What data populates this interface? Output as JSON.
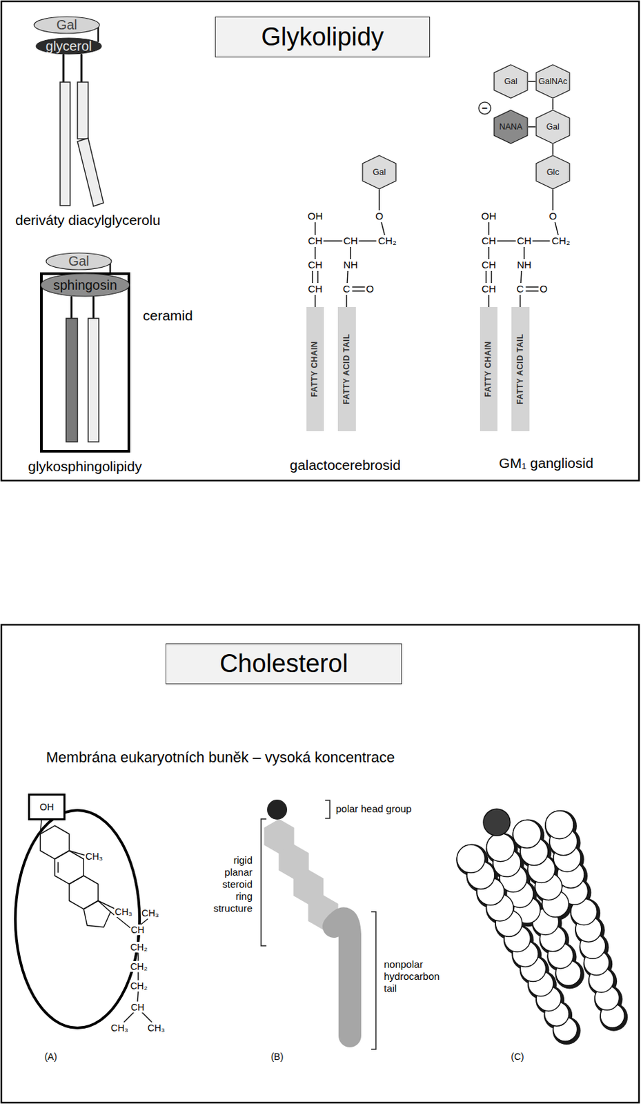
{
  "diagram": {
    "nodes": [
      {
        "text": [
          "Glykolipidy"
        ]
      },
      {
        "text": [
          "Gal"
        ]
      },
      {
        "text": [
          "glycerol"
        ]
      },
      {
        "text": [
          "Gal"
        ]
      },
      {
        "text": [
          "ceramid"
        ]
      },
      {
        "text": [
          "sphingosin"
        ],
        "in": 4
      },
      {
        "text": [
          "Gal"
        ]
      },
      {
        "text": [
          "FATTY CHAIN"
        ]
      },
      {
        "text": [
          "FATTY ACID TAIL"
        ]
      },
      {
        "text": [
          "Gal"
        ]
      },
      {
        "text": [
          "GalNAc"
        ]
      },
      {
        "text": [
          "NANA"
        ]
      },
      {
        "text": [
          "Gal"
        ]
      },
      {
        "text": [
          "Glc"
        ]
      },
      {
        "text": [
          "FATTY CHAIN"
        ]
      },
      {
        "text": [
          "FATTY ACID TAIL"
        ]
      },
      {
        "text": [
          "Cholesterol"
        ]
      },
      {
        "text": [
          "OH"
        ]
      }
    ],
    "edges": [
      {
        "from": 1,
        "to": 2,
        "arrow": "none"
      },
      {
        "from": 3,
        "to": 5,
        "arrow": "none"
      },
      {
        "from": 9,
        "to": 10,
        "arrow": "none"
      },
      {
        "from": 10,
        "to": 12,
        "arrow": "none"
      },
      {
        "from": 11,
        "to": 12,
        "arrow": "none"
      },
      {
        "from": 12,
        "to": 13,
        "arrow": "none"
      }
    ],
    "labels": [
      "deriváty diacylglycerolu",
      "glykosphingolipidy",
      "galactocerebrosid",
      "GM₁ gangliosid",
      "OH",
      "CH",
      "CH",
      "CH₂",
      "O",
      "CH",
      "NH",
      "CH",
      "C",
      "O",
      "OH",
      "CH",
      "CH",
      "CH₂",
      "O",
      "CH",
      "NH",
      "CH",
      "C",
      "O",
      "−",
      "Membrána eukaryotních buněk – vysoká koncentrace",
      "CH₃",
      "CH₃",
      "CH₃",
      "CH",
      "CH₂",
      "CH₂",
      "CH₂",
      "CH",
      "CH₃",
      "CH₃",
      "(A)",
      "(B)",
      "(C)",
      "polar head group",
      "rigid planar steroid ring structure",
      "nonpolar hydrocarbon tail"
    ]
  }
}
